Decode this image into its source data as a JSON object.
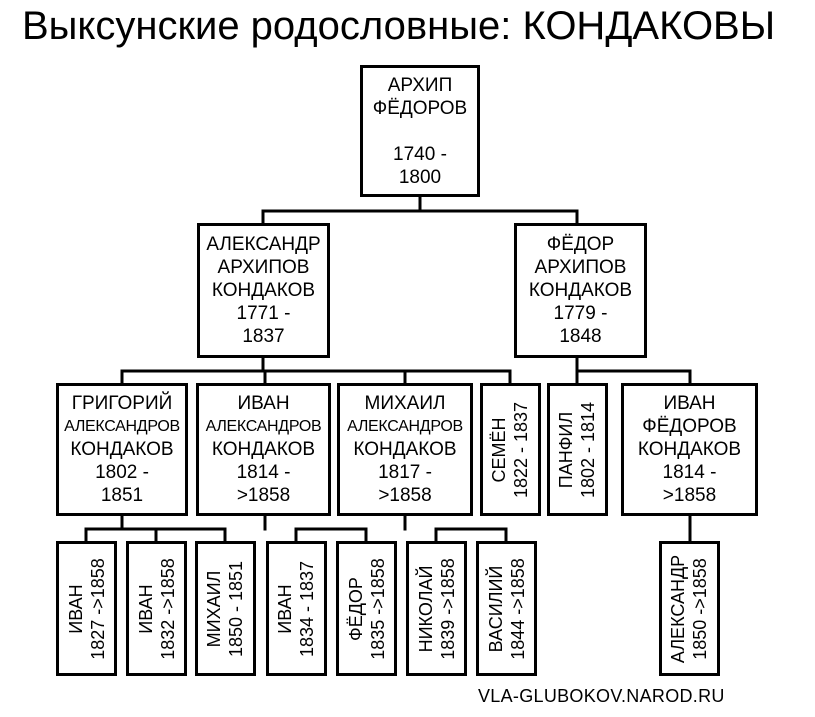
{
  "title": "Выксунские родословные: КОНДАКОВЫ",
  "footer": "VLA-GLUBOKOV.NAROD.RU",
  "people": {
    "arkhip": [
      "АРХИП",
      "ФЁДОРОВ",
      "",
      "1740 -",
      "1800"
    ],
    "alexandr": [
      "АЛЕКСАНДР",
      "АРХИПОВ",
      "КОНДАКОВ",
      "1771 -",
      "1837"
    ],
    "fedor": [
      "ФЁДОР",
      "АРХИПОВ",
      "КОНДАКОВ",
      "1779 -",
      "1848"
    ],
    "grigoriy": [
      "ГРИГОРИЙ",
      "АЛЕКСАНДРОВ",
      "КОНДАКОВ",
      "1802 -",
      "1851"
    ],
    "ivan1": [
      "ИВАН",
      "АЛЕКСАНДРОВ",
      "КОНДАКОВ",
      "1814 -",
      ">1858"
    ],
    "mikhail1": [
      "МИХАИЛ",
      "АЛЕКСАНДРОВ",
      "КОНДАКОВ",
      "1817 -",
      ">1858"
    ],
    "semen": [
      "СЕМЁН",
      "1822 - 1837"
    ],
    "panfil": [
      "ПАНФИЛ",
      "1802 - 1814"
    ],
    "ivan2": [
      "ИВАН",
      "ФЁДОРОВ",
      "КОНДАКОВ",
      "1814 -",
      ">1858"
    ],
    "g_ivan_a": [
      "ИВАН",
      "1827 ->1858"
    ],
    "g_ivan_b": [
      "ИВАН",
      "1832 ->1858"
    ],
    "g_mikhail": [
      "МИХАИЛ",
      "1850 - 1851"
    ],
    "g_ivan_c": [
      "ИВАН",
      "1834 - 1837"
    ],
    "g_fedor": [
      "ФЁДОР",
      "1835 ->1858"
    ],
    "g_nikolai": [
      "НИКОЛАЙ",
      "1839 ->1858"
    ],
    "g_vasiliy": [
      "ВАСИЛИЙ",
      "1844 ->1858"
    ],
    "g_alexandr": [
      "АЛЕКСАНДР",
      "1850 ->1858"
    ]
  }
}
